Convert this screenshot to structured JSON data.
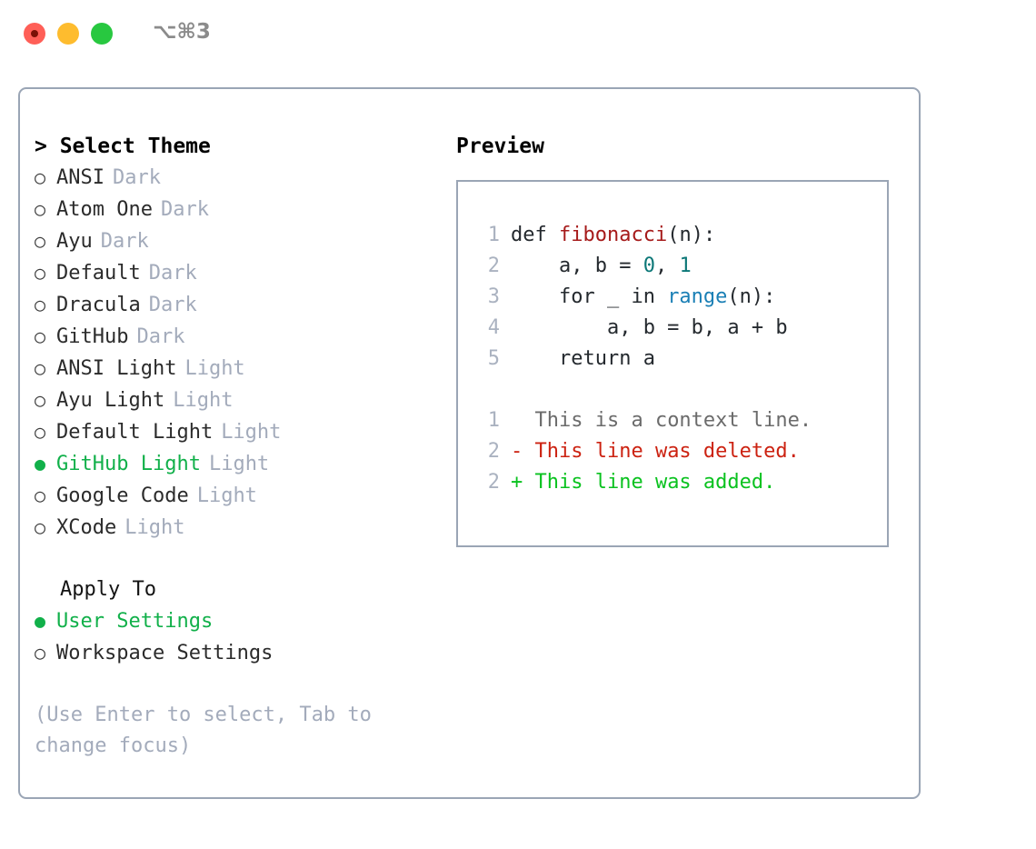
{
  "titlebar": {
    "shortcut": "⌥⌘3",
    "lights": [
      {
        "name": "close",
        "color": "#ff5f57"
      },
      {
        "name": "minimize",
        "color": "#febc2e"
      },
      {
        "name": "maximize",
        "color": "#28c840"
      }
    ]
  },
  "theme_list": {
    "header": "> Select Theme",
    "selection_color": "#11b04a",
    "tag_color": "#a3abbb",
    "selected_bullet": "●",
    "unselected_bullet": "○",
    "items": [
      {
        "name": "ANSI",
        "tag": "Dark",
        "selected": false
      },
      {
        "name": "Atom One",
        "tag": "Dark",
        "selected": false
      },
      {
        "name": "Ayu",
        "tag": "Dark",
        "selected": false
      },
      {
        "name": "Default",
        "tag": "Dark",
        "selected": false
      },
      {
        "name": "Dracula",
        "tag": "Dark",
        "selected": false
      },
      {
        "name": "GitHub",
        "tag": "Dark",
        "selected": false
      },
      {
        "name": "ANSI Light",
        "tag": "Light",
        "selected": false
      },
      {
        "name": "Ayu Light",
        "tag": "Light",
        "selected": false
      },
      {
        "name": "Default Light",
        "tag": "Light",
        "selected": false
      },
      {
        "name": "GitHub Light",
        "tag": "Light",
        "selected": true
      },
      {
        "name": "Google Code",
        "tag": "Light",
        "selected": false
      },
      {
        "name": "XCode",
        "tag": "Light",
        "selected": false
      }
    ]
  },
  "apply_to": {
    "header": "Apply To",
    "items": [
      {
        "name": "User Settings",
        "selected": true
      },
      {
        "name": "Workspace Settings",
        "selected": false
      }
    ]
  },
  "hint": "(Use Enter to select, Tab to change focus)",
  "preview": {
    "title": "Preview",
    "code_lines": [
      {
        "number": "1",
        "tokens": [
          {
            "text": "def ",
            "kind": "plain"
          },
          {
            "text": "fibonacci",
            "kind": "fn"
          },
          {
            "text": "(n):",
            "kind": "plain"
          }
        ]
      },
      {
        "number": "2",
        "tokens": [
          {
            "text": "    a, b = ",
            "kind": "plain"
          },
          {
            "text": "0",
            "kind": "num"
          },
          {
            "text": ", ",
            "kind": "plain"
          },
          {
            "text": "1",
            "kind": "num"
          }
        ]
      },
      {
        "number": "3",
        "tokens": [
          {
            "text": "    for _ in ",
            "kind": "plain"
          },
          {
            "text": "range",
            "kind": "call"
          },
          {
            "text": "(n):",
            "kind": "plain"
          }
        ]
      },
      {
        "number": "4",
        "tokens": [
          {
            "text": "        a, b = b, a + b",
            "kind": "plain"
          }
        ]
      },
      {
        "number": "5",
        "tokens": [
          {
            "text": "    return a",
            "kind": "plain"
          }
        ]
      }
    ],
    "diff_lines": [
      {
        "number": "1",
        "marker": " ",
        "text": " This is a context line.",
        "kind": "ctx"
      },
      {
        "number": "2",
        "marker": "-",
        "text": " This line was deleted.",
        "kind": "del"
      },
      {
        "number": "2",
        "marker": "+",
        "text": " This line was added.",
        "kind": "add"
      }
    ]
  }
}
